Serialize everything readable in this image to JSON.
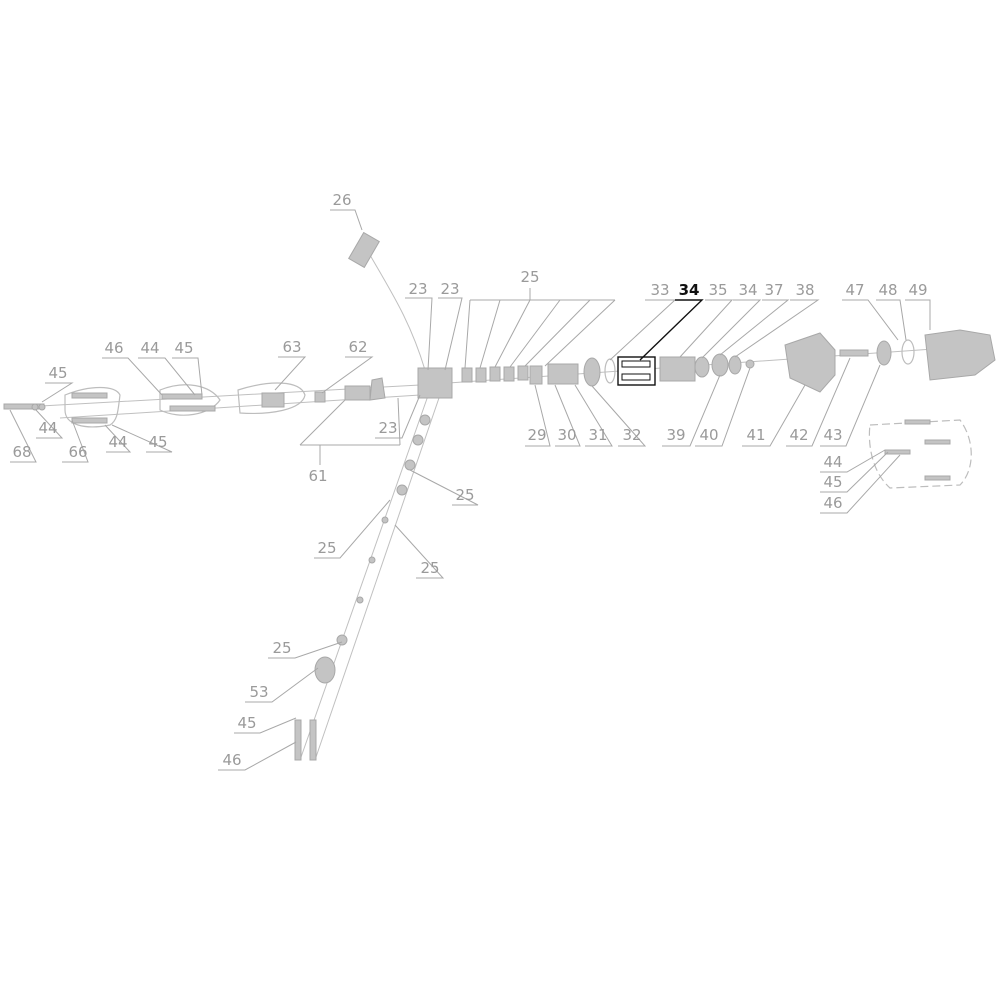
{
  "diagram": {
    "title_part_highlighted": "34",
    "labels": [
      "26",
      "23",
      "23",
      "25",
      "33",
      "34",
      "35",
      "34",
      "37",
      "38",
      "47",
      "48",
      "49",
      "46",
      "44",
      "45",
      "63",
      "62",
      "45",
      "44",
      "68",
      "66",
      "44",
      "45",
      "23",
      "61",
      "29",
      "30",
      "31",
      "32",
      "39",
      "40",
      "41",
      "42",
      "43",
      "44",
      "45",
      "46",
      "25",
      "25",
      "25",
      "25",
      "53",
      "45",
      "46"
    ],
    "colors": {
      "lines": "#a8a8a8",
      "highlight": "#111111",
      "background": "#ffffff"
    }
  }
}
